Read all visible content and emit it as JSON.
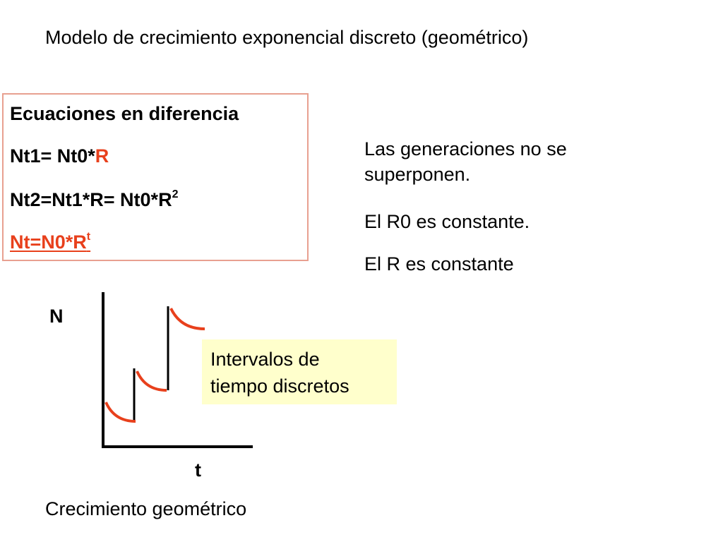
{
  "title": "Modelo de crecimiento exponencial discreto (geométrico)",
  "equations": {
    "heading": "Ecuaciones en diferencia",
    "line1_prefix": "Nt1= Nt0*",
    "line1_r": "R",
    "line2_text": "Nt2=Nt1*R= Nt0*R",
    "line2_exp": "2",
    "line3_text": "Nt=N0*R",
    "line3_exp": "t"
  },
  "notes": {
    "line1": "Las generaciones no se",
    "line2": "superponen.",
    "line3": "El R0 es constante.",
    "line4": "El R es constante"
  },
  "axis": {
    "y_label": "N",
    "x_label": "t"
  },
  "callout": {
    "line1": "Intervalos de",
    "line2": "tiempo discretos"
  },
  "caption": "Crecimiento geométrico",
  "colors": {
    "accent_red": "#e8401c",
    "box_border": "#e8a090",
    "callout_bg": "#ffffcc"
  }
}
